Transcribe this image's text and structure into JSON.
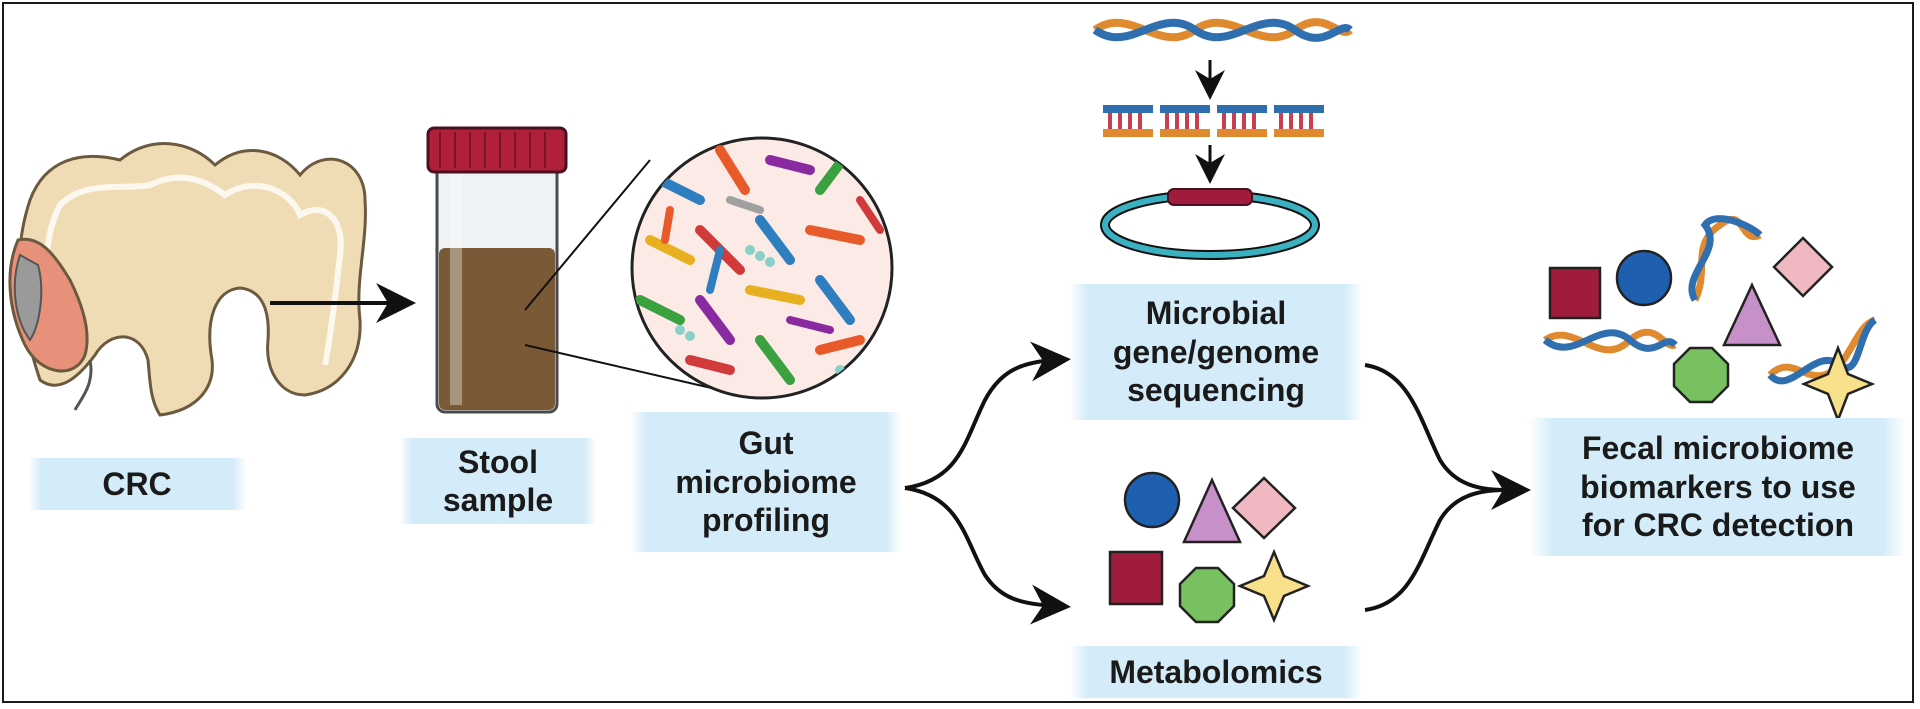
{
  "labels": {
    "crc": "CRC",
    "stool": [
      "Stool",
      "sample"
    ],
    "gut": [
      "Gut",
      "microbiome",
      "profiling"
    ],
    "sequencing": [
      "Microbial",
      "gene/genome",
      "sequencing"
    ],
    "metabolomics": "Metabolomics",
    "biomarkers": [
      "Fecal microbiome",
      "biomarkers to use",
      "for CRC detection"
    ]
  },
  "colors": {
    "label_bg": "#d4ecf9",
    "colon": "#f0dcb4",
    "tumor": "#e8917a",
    "jar_cap": "#b0203a",
    "stool": "#7a5a36",
    "plasmid": "#3ab0c0",
    "square": "#a01c3c",
    "circle": "#1f5fb0",
    "triangle": "#c890c8",
    "diamond": "#f0b8c0",
    "octagon": "#78c060",
    "star": "#f8e08a"
  },
  "icons": [
    "colon-icon",
    "stool-jar-icon",
    "bacteria-magnifier-icon",
    "dna-helix-icon",
    "dna-fragments-icon",
    "plasmid-icon",
    "metabolite-shapes-icon",
    "biomarker-shapes-icon"
  ]
}
